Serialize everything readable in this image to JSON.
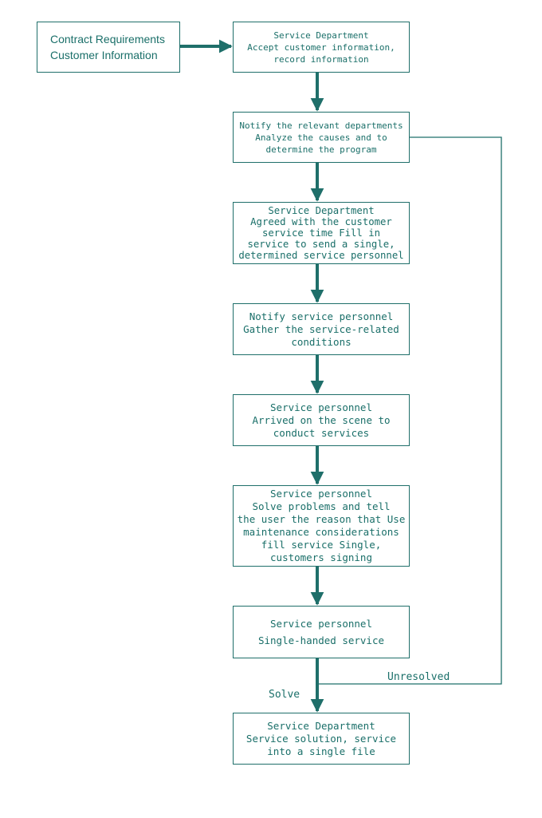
{
  "colors": {
    "line": "#1f6f6a",
    "text": "#1a6f69",
    "background": "#ffffff"
  },
  "nodes": {
    "input": {
      "lines": [
        "Contract Requirements",
        "Customer Information"
      ]
    },
    "step1": {
      "lines": [
        "Service Department",
        "Accept customer information,",
        "record information"
      ]
    },
    "step2": {
      "lines": [
        "Notify the relevant departments",
        "Analyze the causes and to",
        "determine the program"
      ]
    },
    "step3": {
      "lines": [
        "Service Department",
        "Agreed with the customer",
        "service time Fill in",
        "service to send a single,",
        "determined service personnel"
      ]
    },
    "step4": {
      "lines": [
        "Notify service personnel",
        "Gather the service-related",
        "conditions"
      ]
    },
    "step5": {
      "lines": [
        "Service personnel",
        "Arrived on the scene to",
        "conduct services"
      ]
    },
    "step6": {
      "lines": [
        "Service personnel",
        "Solve problems and tell",
        "the user the reason that Use",
        "maintenance considerations",
        "fill service Single,",
        "customers signing"
      ]
    },
    "step7": {
      "lines": [
        "Service personnel",
        "Single-handed service"
      ]
    },
    "step8": {
      "lines": [
        "Service Department",
        "Service solution, service",
        "into a single file"
      ]
    }
  },
  "edge_labels": {
    "solve": "Solve",
    "unresolved": "Unresolved"
  }
}
